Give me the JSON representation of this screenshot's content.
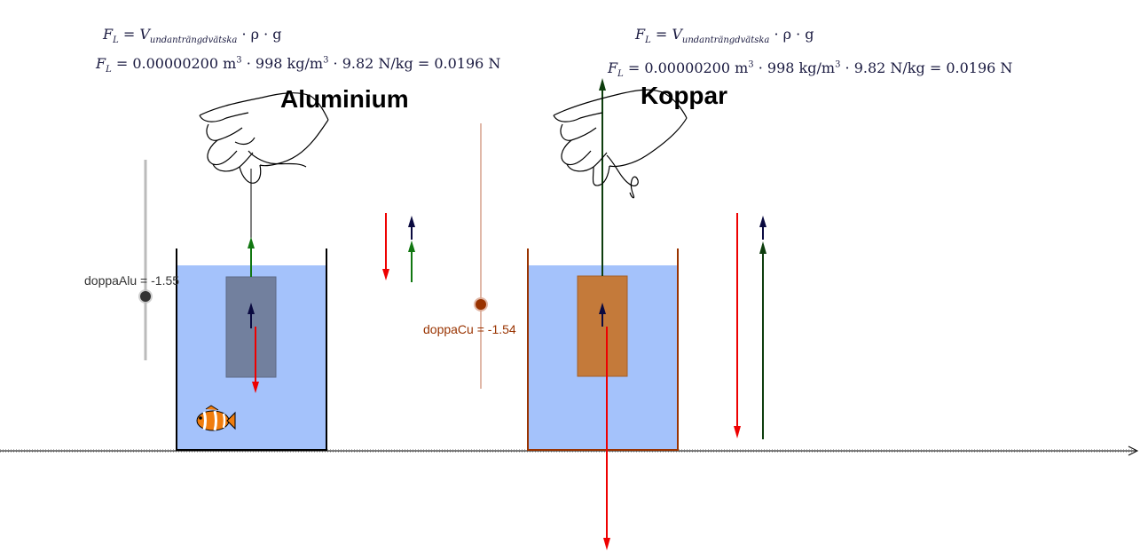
{
  "formulas": {
    "alu": {
      "symbolic": {
        "lhs": "F",
        "lhs_sub": "L",
        "eq": " = ",
        "v": "V",
        "v_sub": "undanträngdvätska",
        "rest": " · ρ · g"
      },
      "numeric": {
        "lhs": "F",
        "lhs_sub": "L",
        "volume": " = 0.00000200 m",
        "vol_exp": "3",
        "density": " · 998 kg/m",
        "den_exp": "3",
        "gravity": " · 9.82 N/kg = 0.0196 N"
      }
    },
    "cu": {
      "symbolic": {
        "lhs": "F",
        "lhs_sub": "L",
        "eq": " = ",
        "v": "V",
        "v_sub": "undanträngdvätska",
        "rest": " · ρ · g"
      },
      "numeric": {
        "lhs": "F",
        "lhs_sub": "L",
        "volume": " = 0.00000200 m",
        "vol_exp": "3",
        "density": " · 998 kg/m",
        "den_exp": "3",
        "gravity": " · 9.82 N/kg = 0.0196 N"
      }
    }
  },
  "titles": {
    "alu": "Aluminium",
    "cu": "Koppar"
  },
  "sliders": {
    "alu": {
      "label": "doppaAlu = -1.55",
      "value": -1.55,
      "color": "#333333"
    },
    "cu": {
      "label": "doppaCu = -1.54",
      "value": -1.54,
      "color": "#993300"
    }
  },
  "colors": {
    "water": "#a4c2fb",
    "alu_block": "#72809e",
    "cu_block": "#c47a3a",
    "cu_beaker": "#993300",
    "gravity_arrow": "#ee0000",
    "buoyancy_arrow_alu": "#117711",
    "buoyancy_arrow_cu": "#0d3d0d",
    "small_arrow": "#0a0a40"
  },
  "icons": {
    "hand": "hand-icon",
    "fish": "clownfish-icon"
  }
}
